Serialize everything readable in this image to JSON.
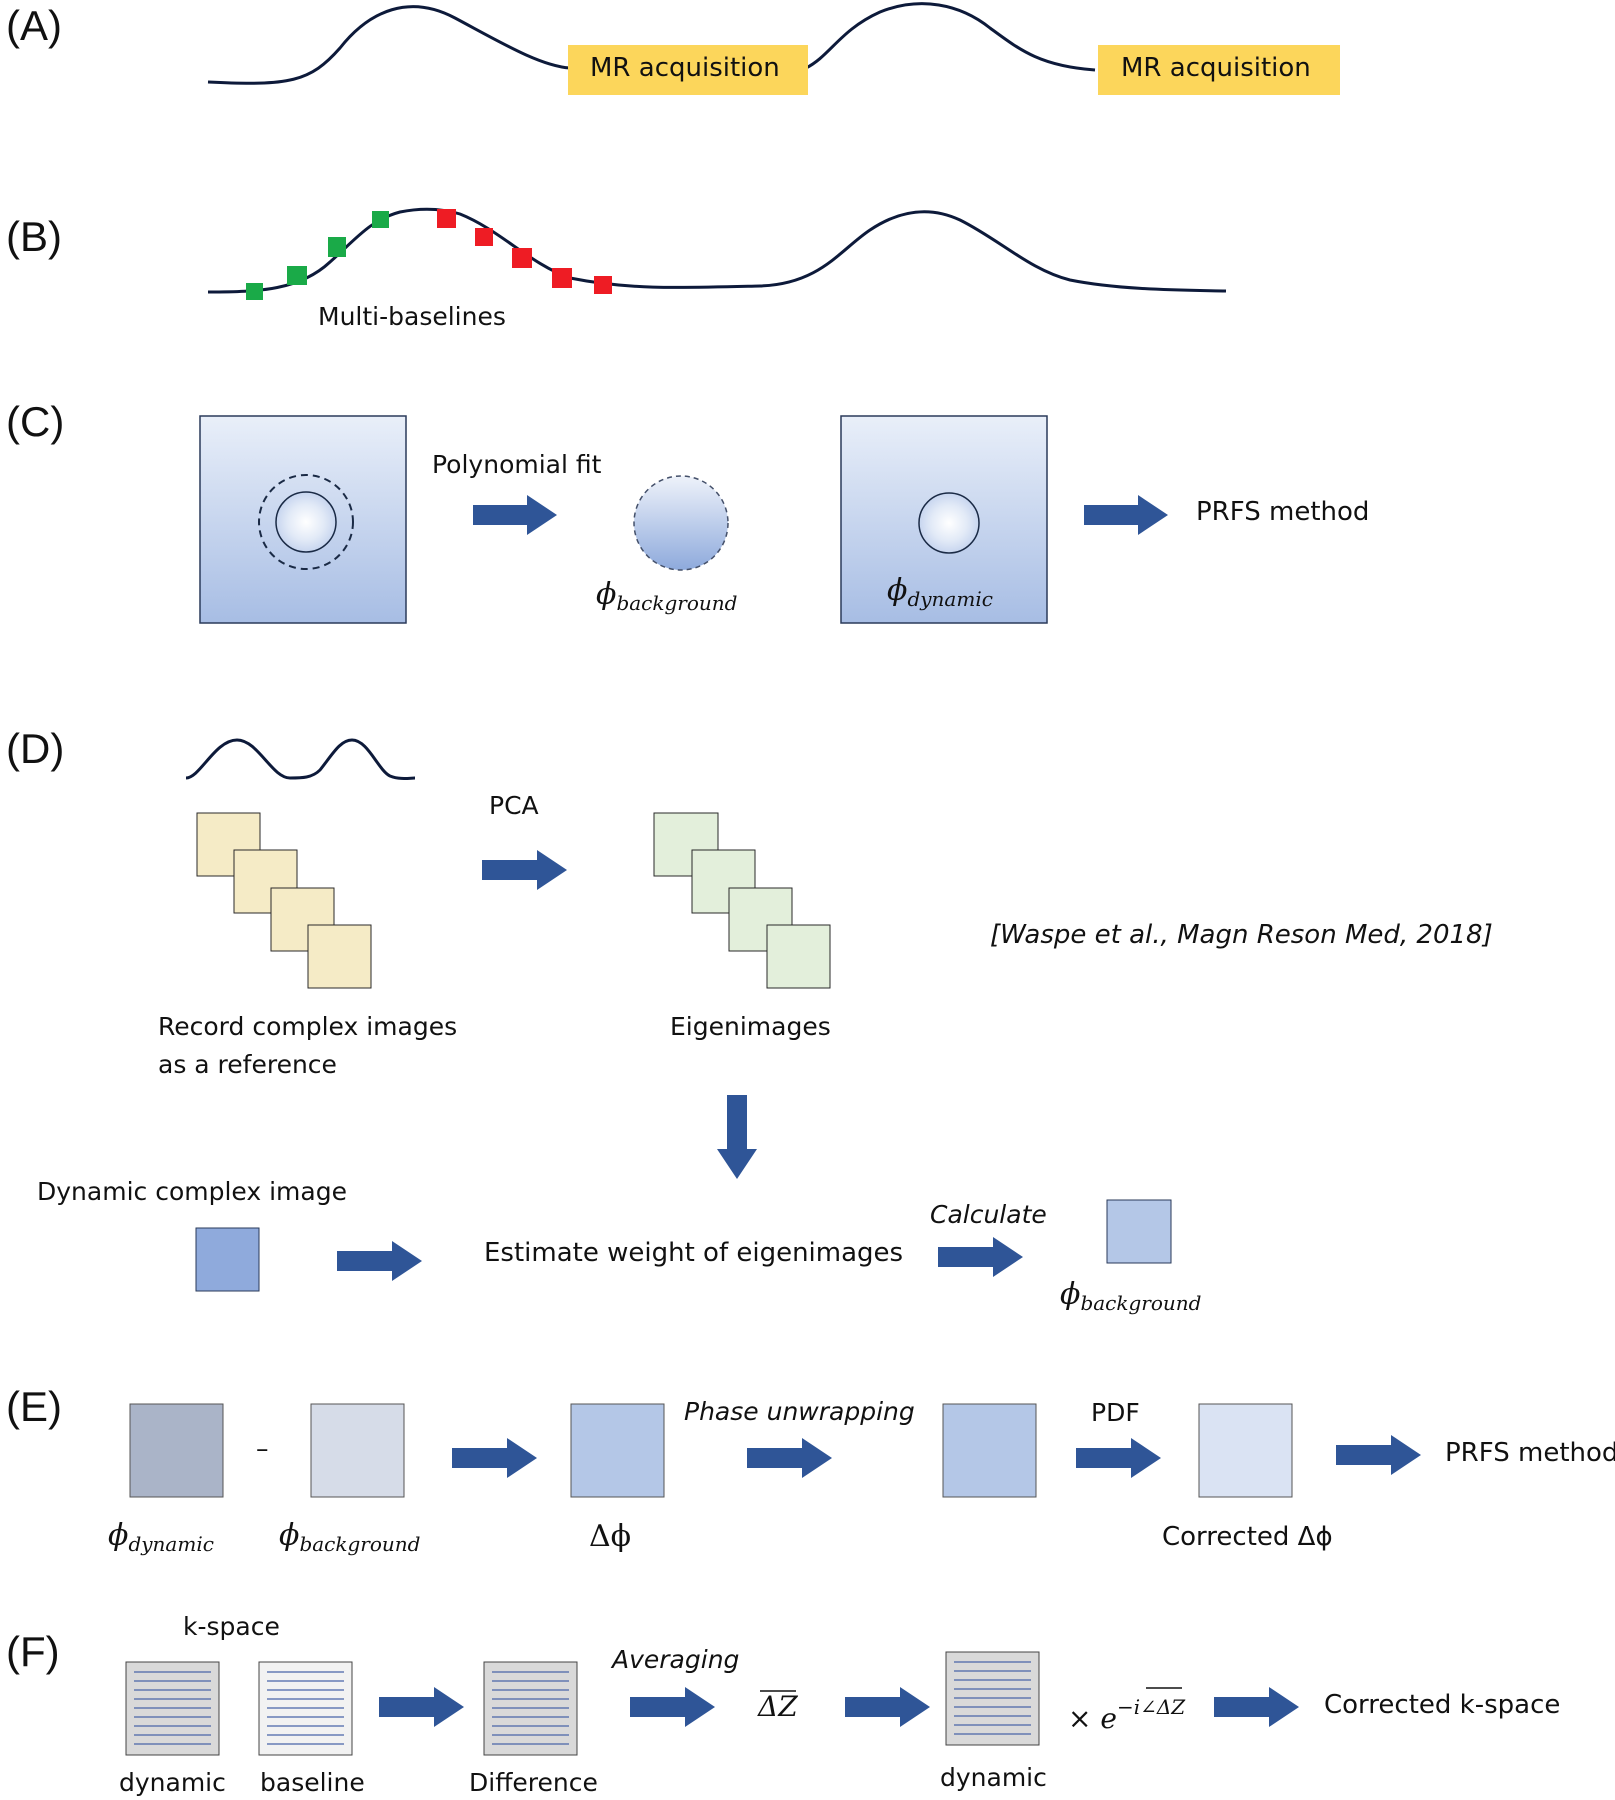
{
  "panels": {
    "a": "(A)",
    "b": "(B)",
    "c": "(C)",
    "d": "(D)",
    "e": "(E)",
    "f": "(F)"
  },
  "section_a": {
    "mr_acquisition_1": "MR acquisition",
    "mr_acquisition_2": "MR acquisition",
    "colors": {
      "acquisition_box": "#fcd65b"
    }
  },
  "section_b": {
    "multi_baselines": "Multi-baselines",
    "colors": {
      "green_marker": "#1aaa48",
      "red_marker": "#ee1c24"
    }
  },
  "section_c": {
    "polynomial_fit": "Polynomial fit",
    "phi": "ϕ",
    "background_sub": "background",
    "dynamic_sub": "dynamic",
    "prfs_method": "PRFS method"
  },
  "section_d": {
    "pca": "PCA",
    "record_line1": "Record complex images",
    "record_line2": "as a reference",
    "eigenimages": "Eigenimages",
    "citation": "[Waspe et al., Magn Reson Med, 2018]",
    "dynamic_complex_image": "Dynamic complex image",
    "estimate_weight": "Estimate weight of eigenimages",
    "calculate": "Calculate",
    "phi": "ϕ",
    "background_sub": "background",
    "colors": {
      "reference_stack": "#f5ebc6",
      "eigen_stack": "#e3efdb",
      "dynamic_square": "#8faadc",
      "background_square": "#b4c7e7"
    }
  },
  "section_e": {
    "minus": "–",
    "phi": "ϕ",
    "dynamic_sub": "dynamic",
    "background_sub": "background",
    "delta_phi": "Δϕ",
    "phase_unwrapping": "Phase unwrapping",
    "pdf": "PDF",
    "corrected_delta_phi": "Corrected Δϕ",
    "prfs_method": "PRFS method"
  },
  "section_f": {
    "k_space": "k-space",
    "dynamic": "dynamic",
    "baseline": "baseline",
    "difference": "Difference",
    "averaging": "Averaging",
    "delta_z_bar": "ΔZ",
    "times_e": "× e",
    "exponent": "−i∠ΔZ",
    "dynamic_2": "dynamic",
    "corrected_k_space": "Corrected k-space"
  },
  "colors": {
    "arrow": "#2f5597",
    "curve": "#0d1a3a"
  }
}
